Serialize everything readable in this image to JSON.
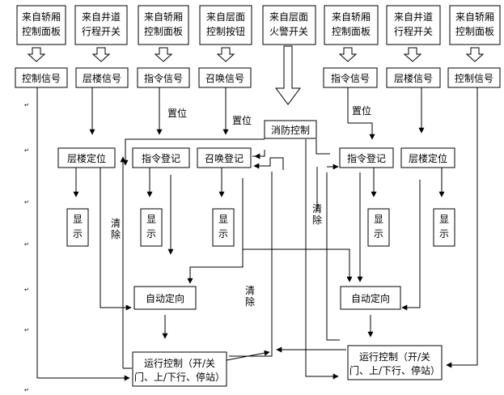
{
  "sources": [
    {
      "line1": "来自轿厢",
      "line2": "控制面板"
    },
    {
      "line1": "来自井道",
      "line2": "行程开关"
    },
    {
      "line1": "来自轿厢",
      "line2": "控制面板"
    },
    {
      "line1": "来自层面",
      "line2": "控制按钮"
    },
    {
      "line1": "来自层面",
      "line2": "火警开关"
    },
    {
      "line1": "来自轿厢",
      "line2": "控制面板"
    },
    {
      "line1": "来自井道",
      "line2": "行程开关"
    },
    {
      "line1": "来自轿厢",
      "line2": "控制面板"
    }
  ],
  "signals": [
    "控制信号",
    "层楼信号",
    "指令信号",
    "召唤信号",
    "指令信号",
    "层楼信号",
    "控制信号"
  ],
  "fire_control": "消防控制",
  "set_labels": [
    "置位",
    "置位",
    "置位"
  ],
  "registers": {
    "floor_pos_left": "层楼定位",
    "cmd_reg_left": "指令登记",
    "call_reg": "召唤登记",
    "cmd_reg_right": "指令登记",
    "floor_pos_right": "层楼定位"
  },
  "display": {
    "line1": "显",
    "line2": "示"
  },
  "clear": {
    "line1": "清",
    "line2": "除"
  },
  "auto_direction": "自动定向",
  "run_control": {
    "line1": "运行控制（开/关",
    "line2": "门、上/下行、停站）"
  }
}
